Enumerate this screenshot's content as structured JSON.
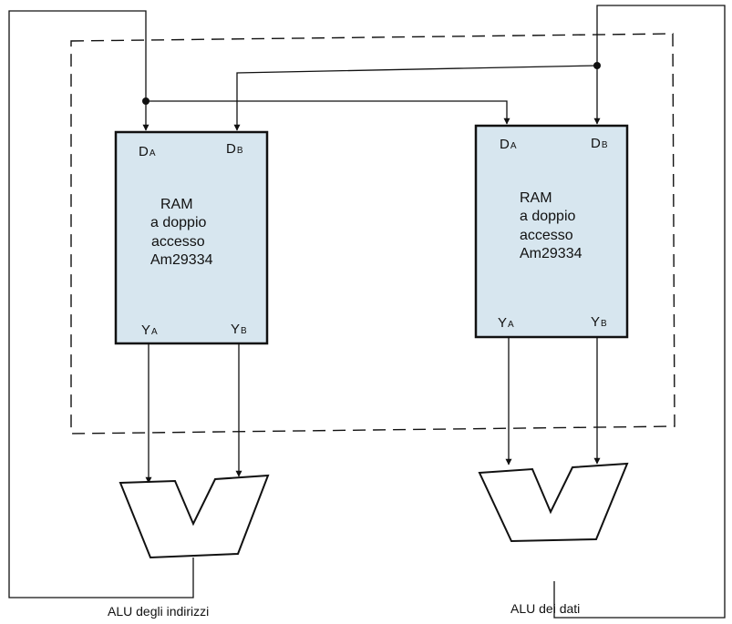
{
  "colors": {
    "ram_fill": "#d7e6ef",
    "line": "#111111",
    "background": "#ffffff"
  },
  "rams": [
    {
      "lines": [
        "RAM",
        "a doppio",
        "accesso",
        "Am29334"
      ],
      "pins": {
        "da": {
          "main": "D",
          "sub": "A"
        },
        "db": {
          "main": "D",
          "sub": "B"
        },
        "ya": {
          "main": "Y",
          "sub": "A"
        },
        "yb": {
          "main": "Y",
          "sub": "B"
        }
      }
    },
    {
      "lines": [
        "RAM",
        "a doppio",
        "accesso",
        "Am29334"
      ],
      "pins": {
        "da": {
          "main": "D",
          "sub": "A"
        },
        "db": {
          "main": "D",
          "sub": "B"
        },
        "ya": {
          "main": "Y",
          "sub": "A"
        },
        "yb": {
          "main": "Y",
          "sub": "B"
        }
      }
    }
  ],
  "alus": [
    {
      "caption": "ALU degli indirizzi"
    },
    {
      "caption": "ALU dei dati"
    }
  ]
}
